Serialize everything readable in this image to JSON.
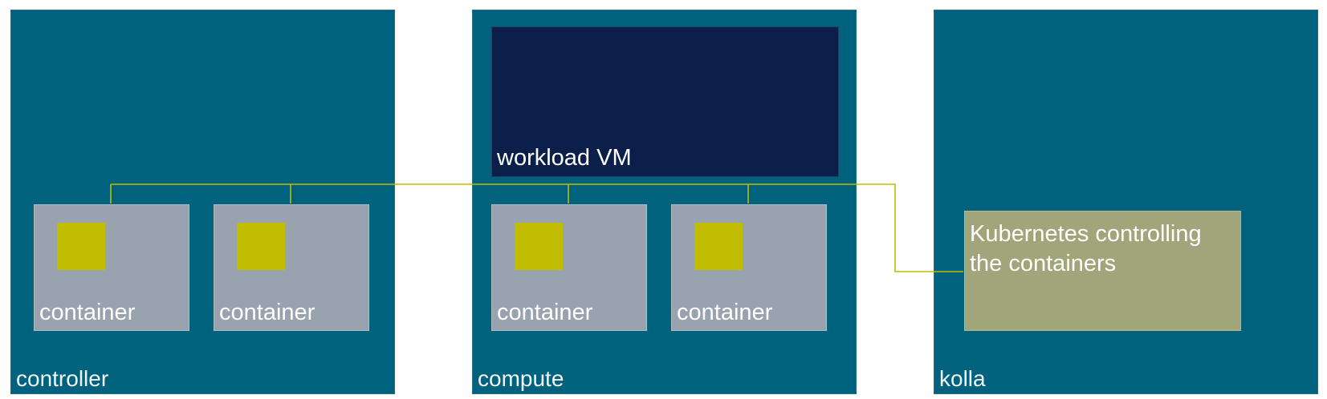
{
  "nodes": {
    "controller": {
      "label": "controller"
    },
    "compute": {
      "label": "compute"
    },
    "kolla": {
      "label": "kolla"
    }
  },
  "containers": [
    {
      "label": "container"
    },
    {
      "label": "container"
    },
    {
      "label": "container"
    },
    {
      "label": "container"
    }
  ],
  "workload_vm": {
    "label": "workload VM"
  },
  "kubernetes": {
    "label": "Kubernetes controlling the containers"
  },
  "colors": {
    "node_bg": "#00627d",
    "container_bg": "#98a3af",
    "container_marker": "#c0bd00",
    "vm_bg": "#0b1f4a",
    "kubernetes_bg": "#a0a57a",
    "connector": "#c0bd00"
  }
}
